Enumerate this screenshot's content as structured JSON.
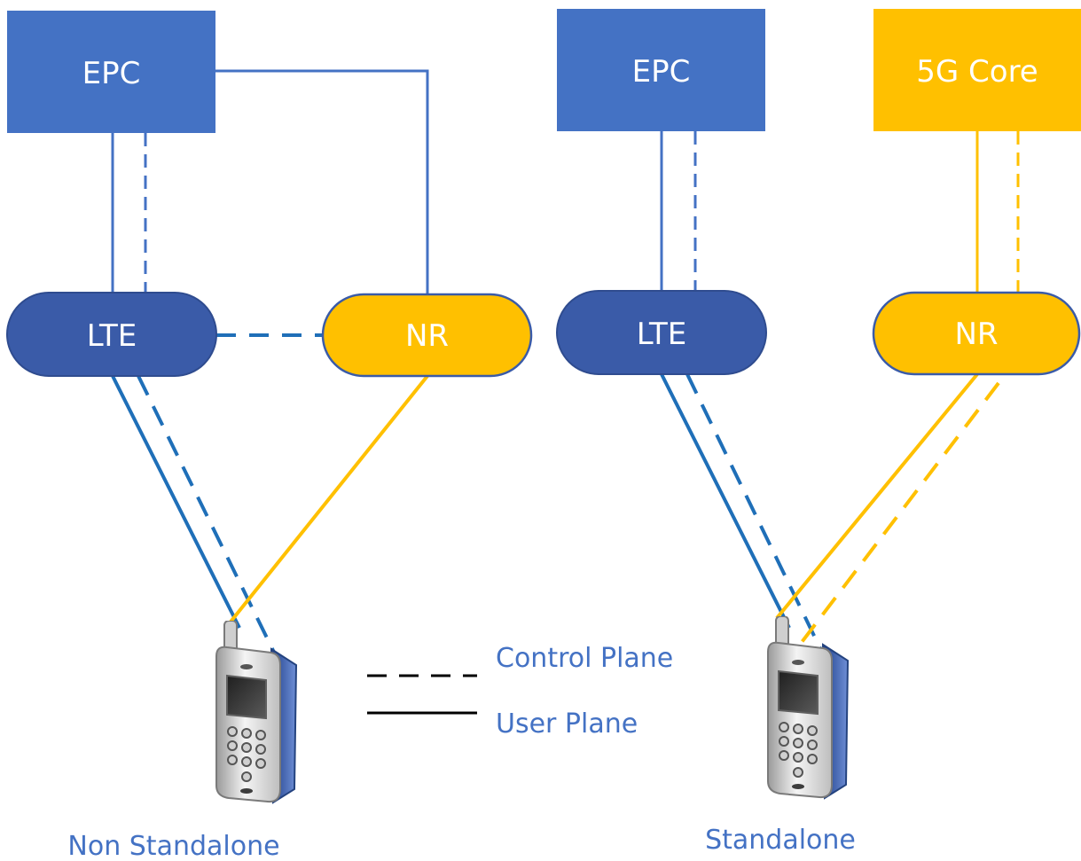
{
  "colors": {
    "epc_blue": "#4472c4",
    "lte_blue": "#3a5ba8",
    "link_blue": "#1f6fb8",
    "gold": "#ffc000",
    "caption_blue": "#4472c4",
    "legend_black": "#000000"
  },
  "left": {
    "core_label": "EPC",
    "lte_label": "LTE",
    "nr_label": "NR",
    "caption": "Non Standalone"
  },
  "right": {
    "core_epc_label": "EPC",
    "core_5g_label": "5G Core",
    "lte_label": "LTE",
    "nr_label": "NR",
    "caption": "Standalone"
  },
  "legend": {
    "control_plane": "Control Plane",
    "user_plane": "User Plane"
  },
  "icons": [
    "mobile-phone-icon"
  ]
}
